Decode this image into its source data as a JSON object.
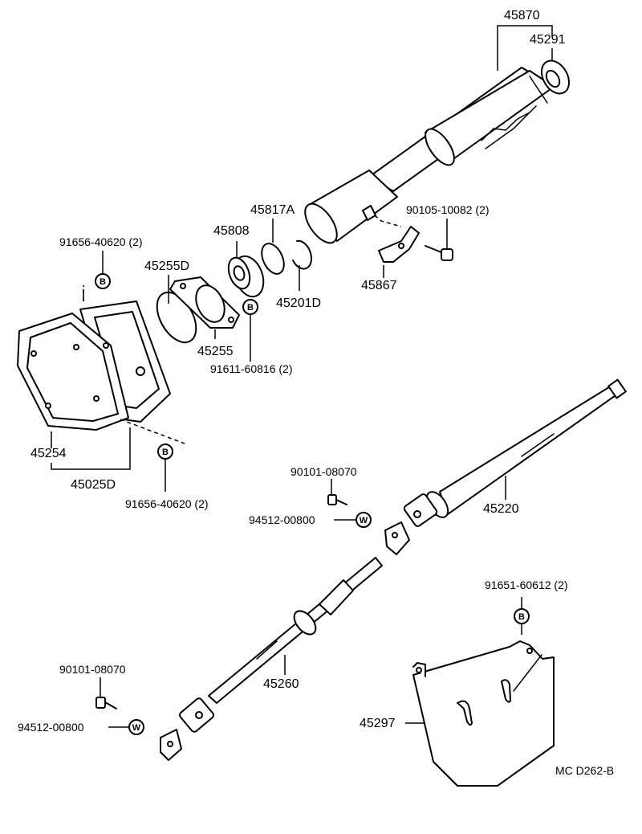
{
  "parts": {
    "p45870": "45870",
    "p45291": "45291",
    "p45817A": "45817A",
    "p90105": "90105-10082 (2)",
    "p45808": "45808",
    "p91656_top": "91656-40620 (2)",
    "p45255D": "45255D",
    "p45201D": "45201D",
    "p45867": "45867",
    "p45255": "45255",
    "p91611": "91611-60816 (2)",
    "p45254": "45254",
    "p45025D": "45025D",
    "p91656_bot": "91656-40620 (2)",
    "p90101_top": "90101-08070",
    "p94512_top": "94512-00800",
    "p45220": "45220",
    "p91651": "91651-60612 (2)",
    "p45260": "45260",
    "p90101_bot": "90101-08070",
    "p45297": "45297",
    "p94512_bot": "94512-00800"
  },
  "marks": {
    "bolt": "B",
    "washer": "W"
  },
  "drawing_code": "MC D262-B"
}
